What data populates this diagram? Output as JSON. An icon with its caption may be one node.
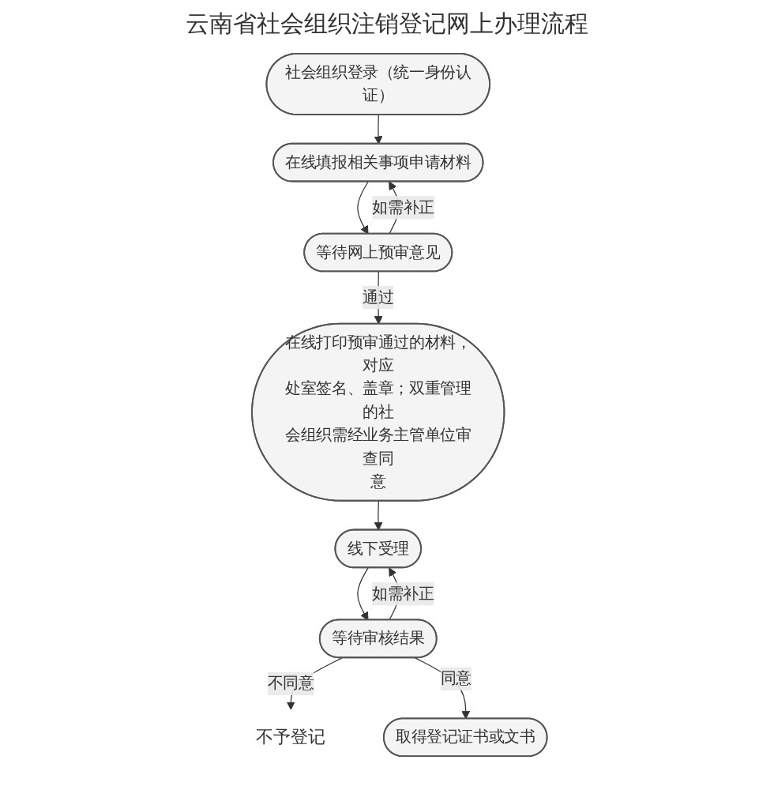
{
  "diagram": {
    "title": "云南省社会组织注销登记网上办理流程",
    "nodes": [
      {
        "text": [
          "社会组织登录（统一身份认证）"
        ]
      },
      {
        "text": [
          "在线填报相关事项申请材料"
        ]
      },
      {
        "text": [
          "等待网上预审意见"
        ]
      },
      {
        "text": [
          "在线打印预审通过的材料，对应处室签名、盖章；双重管理的社会组织需经业务主管单位审查同意"
        ]
      },
      {
        "text": [
          "线下受理"
        ]
      },
      {
        "text": [
          "等待审核结果"
        ]
      },
      {
        "text": [
          "取得登记证书或文书"
        ]
      },
      {
        "text": [
          "不予登记"
        ]
      }
    ],
    "edges": [
      {
        "from": 0,
        "to": 1,
        "arrow": "to"
      },
      {
        "from": 1,
        "to": 2,
        "arrow": "to"
      },
      {
        "from": 2,
        "to": 1,
        "arrow": "to",
        "label": "如需补正"
      },
      {
        "from": 2,
        "to": 3,
        "arrow": "to",
        "label": "通过"
      },
      {
        "from": 3,
        "to": 4,
        "arrow": "to"
      },
      {
        "from": 4,
        "to": 5,
        "arrow": "to"
      },
      {
        "from": 5,
        "to": 4,
        "arrow": "to",
        "label": "如需补正"
      },
      {
        "from": 5,
        "to": 7,
        "arrow": "to",
        "label": "不同意"
      },
      {
        "from": 5,
        "to": 6,
        "arrow": "to",
        "label": "同意"
      }
    ]
  }
}
